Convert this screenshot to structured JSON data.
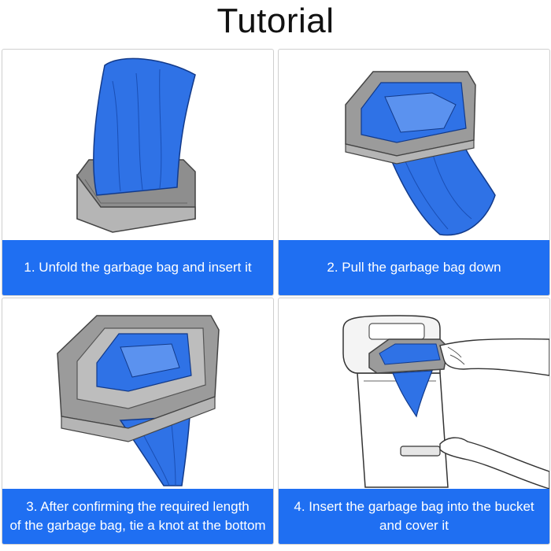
{
  "title": "Tutorial",
  "steps": [
    {
      "lines": [
        "1. Unfold the garbage bag and insert it"
      ]
    },
    {
      "lines": [
        "2. Pull the garbage bag down"
      ]
    },
    {
      "lines": [
        "3. After confirming the required length",
        "of the garbage bag, tie a knot at the bottom"
      ]
    },
    {
      "lines": [
        "4. Insert the garbage bag into the bucket",
        "and cover it"
      ]
    }
  ],
  "colors": {
    "caption_bg": "#1f6ff2",
    "bag_blue": "#2f72e6",
    "frame_gray": "#9b9b9b"
  }
}
